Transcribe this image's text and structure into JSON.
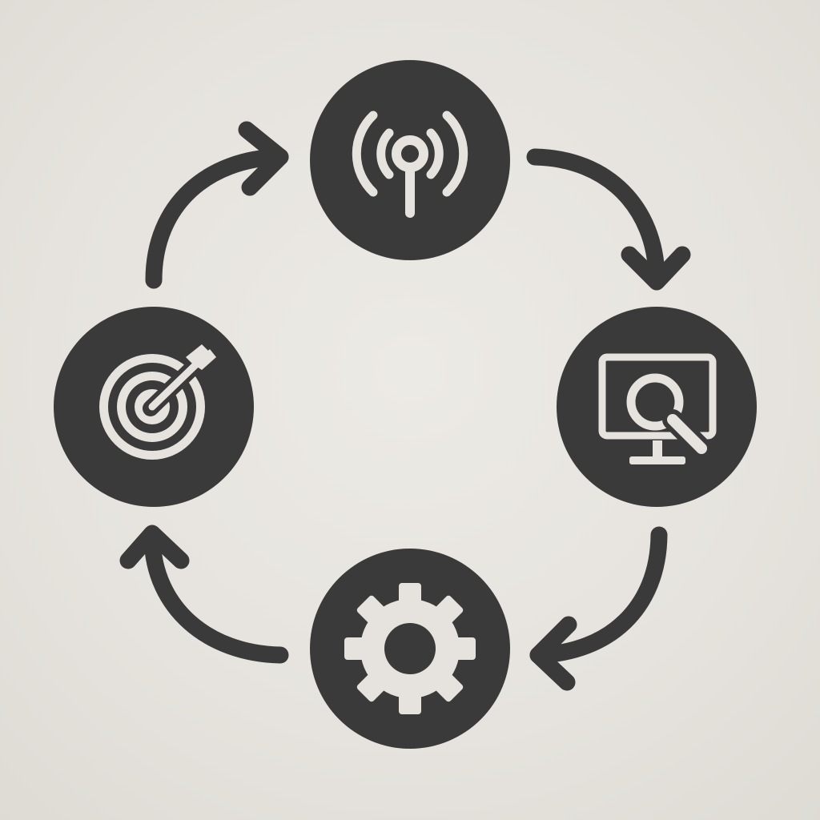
{
  "diagram": {
    "type": "cycle",
    "direction": "clockwise",
    "colors": {
      "background": "#e6e3de",
      "node_fill": "#3a3a3a",
      "icon_fill": "#e6e3de",
      "arrow": "#3a3a3a"
    },
    "nodes": [
      {
        "id": "broadcast",
        "icon": "broadcast-signal-icon"
      },
      {
        "id": "monitor-search",
        "icon": "monitor-search-icon"
      },
      {
        "id": "settings",
        "icon": "gear-icon"
      },
      {
        "id": "target",
        "icon": "target-arrow-icon"
      }
    ],
    "edges": [
      {
        "from": "broadcast",
        "to": "monitor-search"
      },
      {
        "from": "monitor-search",
        "to": "settings"
      },
      {
        "from": "settings",
        "to": "target"
      },
      {
        "from": "target",
        "to": "broadcast"
      }
    ]
  }
}
